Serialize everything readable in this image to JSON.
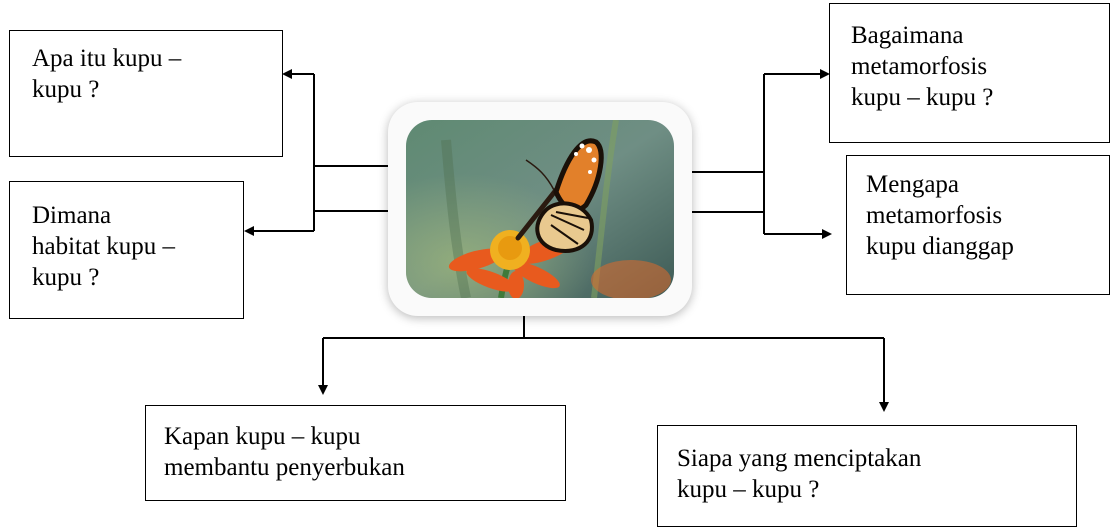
{
  "boxes": {
    "apa": "Apa itu kupu –\nkupu ?",
    "dimana": "Dimana\nhabitat kupu –\nkupu ?",
    "bagaimana": "Bagaimana\nmetamorfosis\nkupu – kupu ?",
    "mengapa": "Mengapa\nmetamorfosis\nkupu dianggap",
    "kapan": "Kapan kupu – kupu\nmembantu penyerbukan",
    "siapa": "Siapa yang menciptakan\nkupu – kupu ?"
  },
  "colors": {
    "line": "#000000",
    "background": "#ffffff"
  },
  "image": {
    "subject": "butterfly-on-orange-flower"
  }
}
